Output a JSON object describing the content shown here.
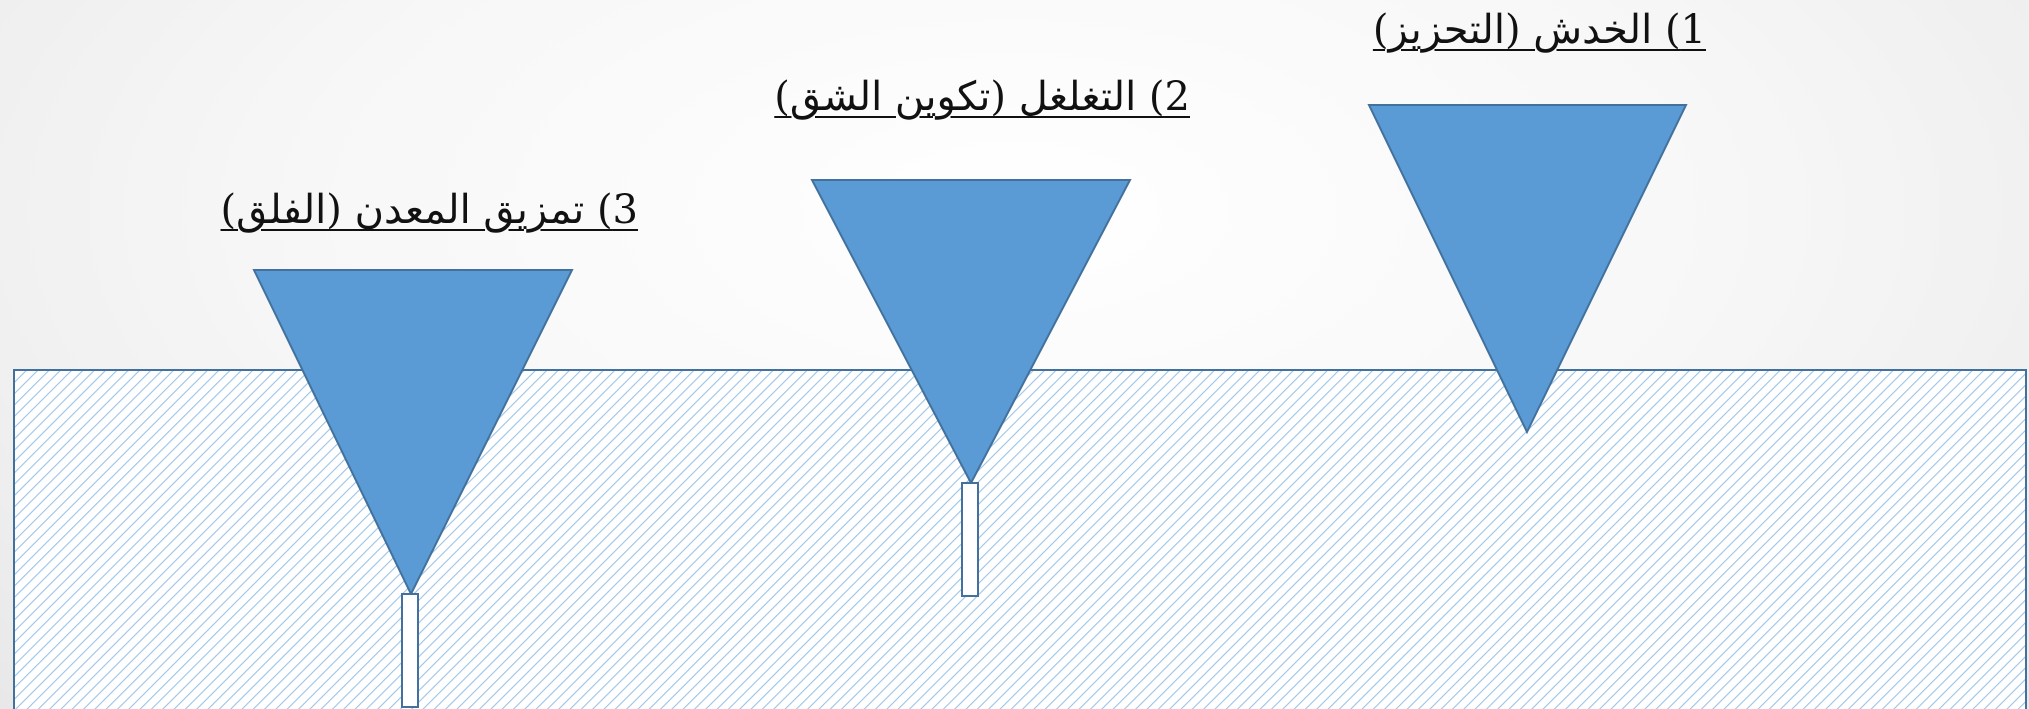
{
  "diagram": {
    "colors": {
      "indenter_fill": "#5b9bd5",
      "indenter_stroke": "#41719c",
      "metal_hatch": "#9dc3e6",
      "metal_border": "#41719c",
      "crack_fill": "#ffffff"
    },
    "stages": [
      {
        "label": "1) الخدش (التحزيز)",
        "icon": "indenter-icon"
      },
      {
        "label": "2) التغلغل (تكوين الشق)",
        "icon": "indenter-icon"
      },
      {
        "label": "3) تمزيق المعدن (الفلق)",
        "icon": "indenter-icon"
      }
    ]
  }
}
